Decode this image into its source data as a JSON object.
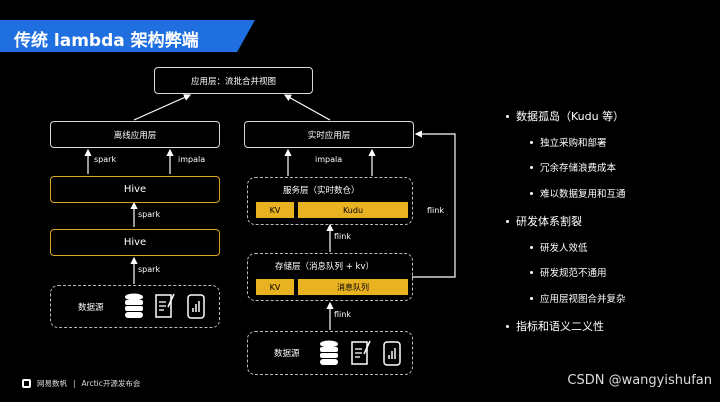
{
  "title": "传统 lambda 架构弊端",
  "diagram": {
    "app_layer": "应用层：流批合并视图",
    "offline_app": "离线应用层",
    "realtime_app": "实时应用层",
    "hive_top": "Hive",
    "hive_bottom": "Hive",
    "edge_spark_1": "spark",
    "edge_impala_1": "impala",
    "edge_spark_2": "spark",
    "edge_spark_3": "spark",
    "edge_impala_2": "impala",
    "edge_flink_mid": "flink",
    "edge_flink_side": "flink",
    "edge_flink_bottom": "flink",
    "service_layer": "服务层（实时数仓）",
    "service_kv": "KV",
    "service_kudu": "Kudu",
    "storage_layer": "存储层（消息队列 + kv）",
    "storage_kv": "KV",
    "storage_mq": "消息队列",
    "datasource_left": "数据源",
    "datasource_right": "数据源"
  },
  "bullets": [
    {
      "text": "数据孤岛（Kudu 等）",
      "children": [
        "独立采购和部署",
        "冗余存储浪费成本",
        "难以数据复用和互通"
      ]
    },
    {
      "text": "研发体系割裂",
      "children": [
        "研发人效低",
        "研发规范不通用",
        "应用层视图合并复杂"
      ]
    },
    {
      "text": "指标和语义二义性",
      "children": []
    }
  ],
  "footer": {
    "brand": "网易数帆",
    "event": "Arctic开源发布会"
  },
  "watermark": "CSDN @wangyishufan",
  "colors": {
    "accent_blue": "#1f6fe0",
    "accent_yellow": "#e8b220",
    "background": "#000000"
  }
}
